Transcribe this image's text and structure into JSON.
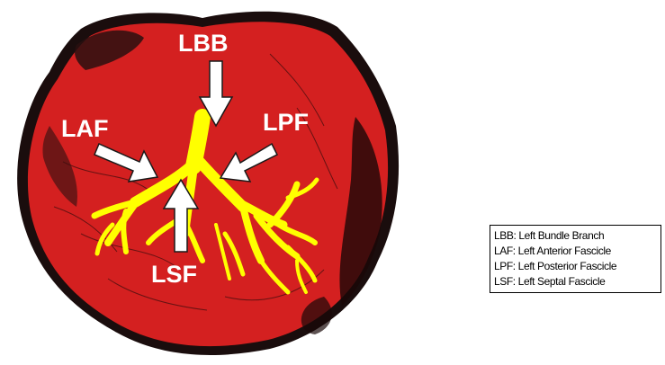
{
  "figure": {
    "labels": {
      "lbb": "LBB",
      "laf": "LAF",
      "lpf": "LPF",
      "lsf": "LSF"
    },
    "colors": {
      "myocardium": "#d42020",
      "dark_tissue": "#1a0d0d",
      "conduction_system": "#ffff00",
      "arrow": "#ffffff",
      "label_text": "#ffffff"
    }
  },
  "legend": {
    "items": [
      "LBB: Left Bundle Branch",
      "LAF: Left Anterior Fascicle",
      "LPF: Left Posterior Fascicle",
      "LSF: Left Septal Fascicle"
    ]
  }
}
